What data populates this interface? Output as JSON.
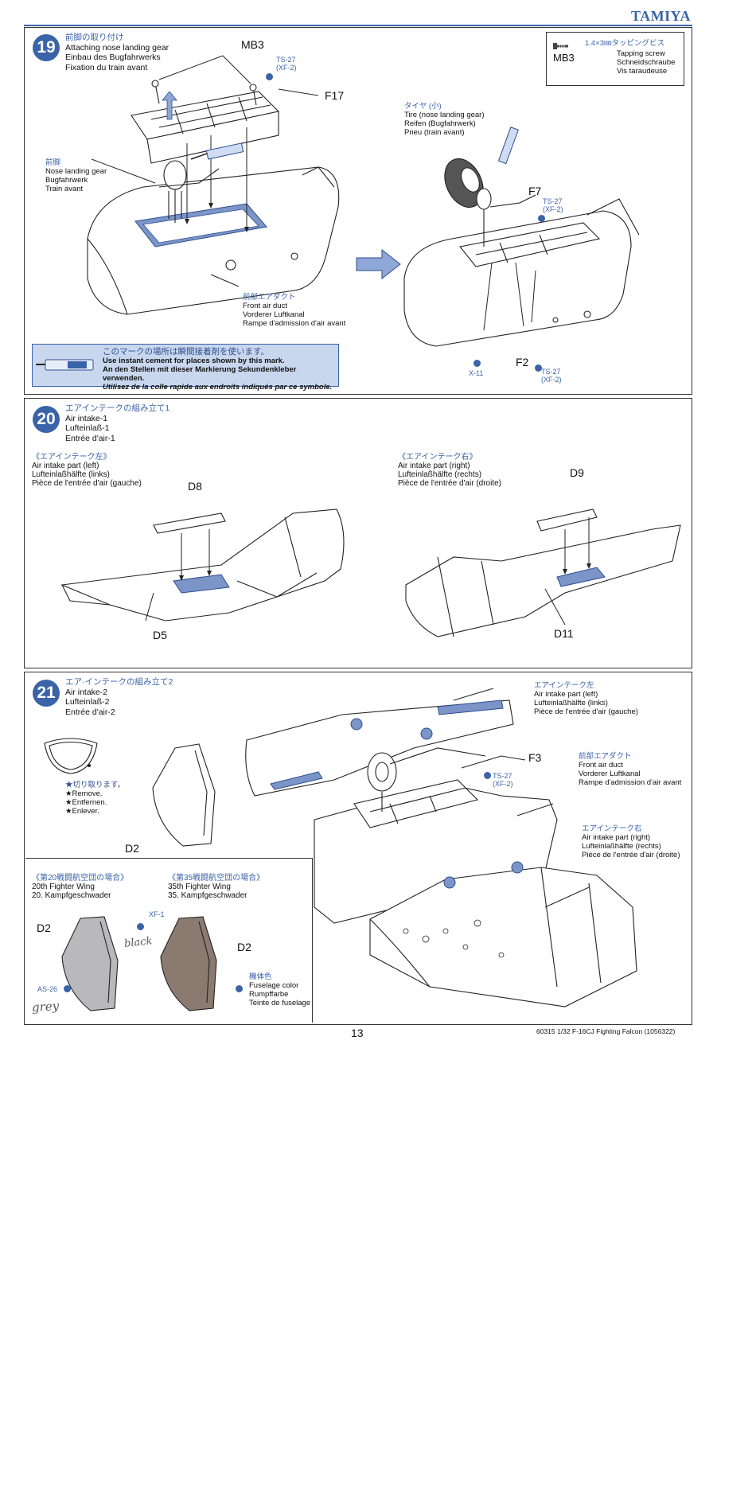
{
  "header": {
    "brand": "TAMIYA"
  },
  "step19": {
    "number": "19",
    "title_jp": "前脚の取り付け",
    "title_en": "Attaching nose landing gear",
    "title_de": "Einbau des Bugfahrwerks",
    "title_fr": "Fixation du train avant",
    "nose_gear": {
      "jp": "前脚",
      "en": "Nose landing gear",
      "de": "Bugfahrwerk",
      "fr": "Train avant"
    },
    "parts": {
      "mb3": "MB3",
      "f17": "F17",
      "f7": "F7",
      "f2": "F2",
      "x11": "X-11"
    },
    "paint_ts27": "TS-27",
    "paint_xf2": "(XF-2)",
    "front_duct": {
      "jp": "前部エアダクト",
      "en": "Front air duct",
      "de": "Vorderer Luftkanal",
      "fr": "Rampe d'admission d'air avant"
    },
    "tire": {
      "jp": "タイヤ (小)",
      "en": "Tire (nose landing gear)",
      "de": "Reifen (Bugfahrwerk)",
      "fr": "Pneu (train avant)"
    },
    "screw": {
      "spec_jp": "1.4×3㎜タッピングビス",
      "id": "MB3",
      "en": "Tapping screw",
      "de": "Schneidschraube",
      "fr": "Vis taraudeuse"
    },
    "cement_notice": {
      "jp": "このマークの場所は瞬間接着剤を使います。",
      "en": "Use instant cement for places shown by this mark.",
      "de": "An den Stellen mit dieser Markierung Sekundenkleber verwenden.",
      "fr": "Utilisez de la colle rapide aux endroits indiqués par ce symbole."
    }
  },
  "step20": {
    "number": "20",
    "title_jp": "エアインテークの組み立て1",
    "title_en": "Air intake-1",
    "title_de": "Lufteinlaß-1",
    "title_fr": "Entrée d'air-1",
    "left": {
      "jp": "《エアインテーク左》",
      "en": "Air intake part (left)",
      "de": "Lufteinlaßhälfte (links)",
      "fr": "Pièce de l'entrée d'air (gauche)"
    },
    "right": {
      "jp": "《エアインテーク右》",
      "en": "Air intake part (right)",
      "de": "Lufteinlaßhälfte (rechts)",
      "fr": "Pièce de l'entrée d'air (droite)"
    },
    "parts": {
      "d8": "D8",
      "d5": "D5",
      "d9": "D9",
      "d11": "D11"
    }
  },
  "step21": {
    "number": "21",
    "title_jp": "エア·インテークの組み立て2",
    "title_en": "Air intake-2",
    "title_de": "Lufteinlaß-2",
    "title_fr": "Entrée d'air-2",
    "remove": {
      "jp": "★切り取ります。",
      "en": "★Remove.",
      "de": "★Entfernen.",
      "fr": "★Enlever."
    },
    "left_part": {
      "jp": "エアインテーク左",
      "en": "Air intake part (left)",
      "de": "Lufteinlaßhälfte (links)",
      "fr": "Pièce de l'entrée d'air (gauche)"
    },
    "front_duct": {
      "jp": "前部エアダクト",
      "en": "Front air duct",
      "de": "Vorderer Luftkanal",
      "fr": "Rampe d'admission d'air avant"
    },
    "right_part": {
      "jp": "エアインテーク右",
      "en": "Air intake part (right)",
      "de": "Lufteinlaßhälfte (rechts)",
      "fr": "Pièce de l'entrée d'air (droite)"
    },
    "parts": {
      "d2": "D2",
      "f3": "F3"
    },
    "wing20": {
      "jp": "《第20戦闘航空団の場合》",
      "en": "20th Fighter Wing",
      "de": "20. Kampfgeschwader"
    },
    "wing35": {
      "jp": "《第35戦闘航空団の場合》",
      "en": "35th Fighter Wing",
      "de": "35. Kampfgeschwader"
    },
    "paint_xf1": "XF-1",
    "paint_as26": "AS-26",
    "fuselage_color": {
      "jp": "機体色",
      "en": "Fuselage color",
      "de": "Rumpffarbe",
      "fr": "Teinte de fuselage"
    },
    "handwritten": {
      "black": "black",
      "grey": "grey"
    }
  },
  "footer": {
    "page_number": "13",
    "code": "60315  1/32 F-16CJ Fighting Falcon (1056322)"
  }
}
